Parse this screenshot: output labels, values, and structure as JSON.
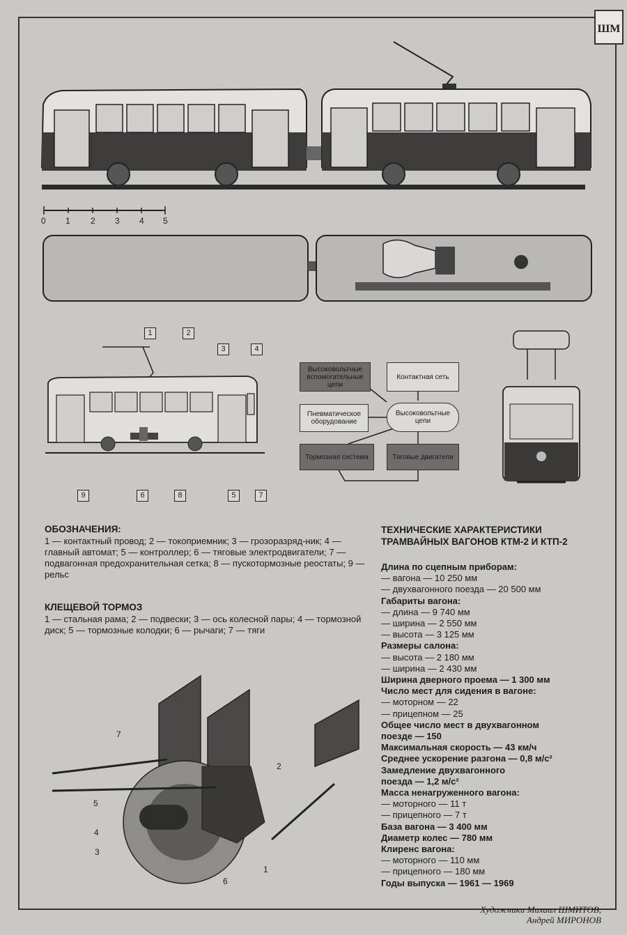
{
  "logo": {
    "text": "ШМ"
  },
  "scale": {
    "labels": [
      "0",
      "1",
      "2",
      "3",
      "4",
      "5"
    ]
  },
  "callouts": {
    "numbers": [
      "1",
      "2",
      "3",
      "4",
      "5",
      "6",
      "7",
      "8",
      "9"
    ]
  },
  "flowchart": {
    "aux": "Высоковольтные вспомогательные цепи",
    "contact": "Контактная сеть",
    "pneumatic": "Пневматическое оборудование",
    "hv": "Высоковольтные цепи",
    "brake": "Тормозная система",
    "motors": "Тяговые двигатели"
  },
  "legend": {
    "title": "ОБОЗНАЧЕНИЯ:",
    "text": "1 — контактный провод; 2 — токоприемник; 3 — грозоразряд-ник; 4 — главный автомат; 5 — контроллер; 6 — тяговые электродвигатели; 7 — подвагонная предохранительная сетка; 8 — пускотормозные реостаты; 9 — рельс"
  },
  "brake": {
    "title": "КЛЕЩЕВОЙ ТОРМОЗ",
    "text": "1 — стальная рама; 2 — подвески; 3 — ось колесной пары; 4 — тормозной диск; 5 — тормозные колодки; 6 — рычаги; 7 — тяги",
    "labels": [
      "1",
      "2",
      "3",
      "4",
      "5",
      "6",
      "7"
    ]
  },
  "specs": {
    "title": "ТЕХНИЧЕСКИЕ ХАРАКТЕРИСТИКИ ТРАМВАЙНЫХ ВАГОНОВ КТМ-2 И КТП-2",
    "lines": [
      {
        "t": "Длина по сцепным приборам:",
        "h": true
      },
      {
        "t": "— вагона — 10 250 мм",
        "h": false
      },
      {
        "t": "— двухвагонного поезда — 20 500 мм",
        "h": false
      },
      {
        "t": "Габариты вагона:",
        "h": true
      },
      {
        "t": "— длина — 9 740 мм",
        "h": false
      },
      {
        "t": "— ширина — 2 550 мм",
        "h": false
      },
      {
        "t": "— высота — 3 125 мм",
        "h": false
      },
      {
        "t": "Размеры салона:",
        "h": true
      },
      {
        "t": "— высота — 2 180 мм",
        "h": false
      },
      {
        "t": "— ширина — 2 430 мм",
        "h": false
      },
      {
        "t": "Ширина дверного проема — 1 300 мм",
        "h": true
      },
      {
        "t": "Число мест для сидения в вагоне:",
        "h": true
      },
      {
        "t": "— моторном — 22",
        "h": false
      },
      {
        "t": "— прицепном — 25",
        "h": false
      },
      {
        "t": "Общее число мест в двухвагонном",
        "h": true
      },
      {
        "t": "поезде — 150",
        "h": true
      },
      {
        "t": "Максимальная скорость — 43 км/ч",
        "h": true
      },
      {
        "t": "Среднее ускорение разгона — 0,8 м/с²",
        "h": true
      },
      {
        "t": "Замедление двухвагонного",
        "h": true
      },
      {
        "t": "поезда — 1,2 м/с²",
        "h": true
      },
      {
        "t": "Масса ненагруженного вагона:",
        "h": true
      },
      {
        "t": "— моторного — 11 т",
        "h": false
      },
      {
        "t": "— прицепного — 7 т",
        "h": false
      },
      {
        "t": "База вагона — 3 400 мм",
        "h": true
      },
      {
        "t": "Диаметр колес — 780 мм",
        "h": true
      },
      {
        "t": "Клиренс вагона:",
        "h": true
      },
      {
        "t": "— моторного — 110 мм",
        "h": false
      },
      {
        "t": "— прицепного — 180 мм",
        "h": false
      },
      {
        "t": "Годы выпуска — 1961 — 1969",
        "h": true
      }
    ]
  },
  "credits": {
    "line1": "Художники Михаил ШМИТОВ,",
    "line2": "Андрей МИРОНОВ"
  }
}
